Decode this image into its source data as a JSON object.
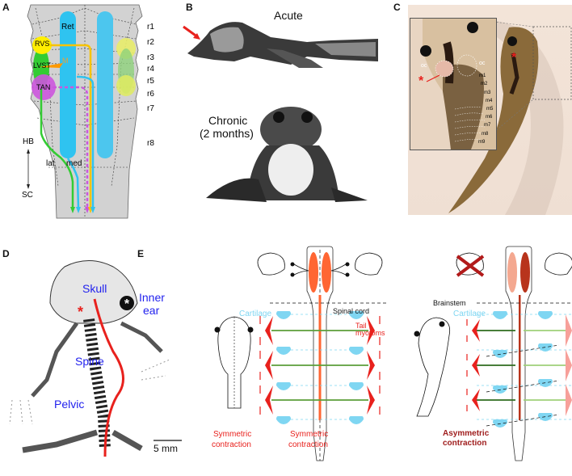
{
  "panels": {
    "A": {
      "label": "A",
      "structures": {
        "ret": "Ret",
        "rvs": "RVS",
        "lvst": "LVST",
        "m": "M",
        "tan": "TAN",
        "lat": "lat",
        "med": "med"
      },
      "rhombomeres": [
        "r1",
        "r2",
        "r3",
        "r4",
        "r5",
        "r6",
        "r7",
        "r8"
      ],
      "axis": {
        "top": "HB",
        "bottom": "SC"
      },
      "colors": {
        "tissue": "#d4d4d4",
        "ret": "#2fc3f0",
        "rvs": "#ffee00",
        "lvst": "#33cc33",
        "m": "#ff9900",
        "tan": "#cc66dd"
      }
    },
    "B": {
      "label": "B",
      "top_caption": "Acute",
      "bottom_caption_line1": "Chronic",
      "bottom_caption_line2": "(2 months)"
    },
    "C": {
      "label": "C",
      "oc_left": "oc",
      "oc_right": "oc",
      "myotomes": [
        "m1",
        "m2",
        "m3",
        "m4",
        "m5",
        "m6",
        "m7",
        "m8",
        "m9"
      ],
      "marker": "*"
    },
    "D": {
      "label": "D",
      "structures": {
        "skull": "Skull",
        "inner_ear_1": "Inner",
        "inner_ear_2": "ear",
        "spine": "Spine",
        "pelvic": "Pelvic"
      },
      "scale_bar": "5 mm",
      "marker": "*",
      "label_color": "#2222ee"
    },
    "E": {
      "label": "E",
      "brainstem": "Brainstem",
      "spinal_cord": "Spinal cord",
      "cartilage_left": "Cartilage",
      "cartilage_right": "Cartilage",
      "tail_1": "Tail",
      "tail_2": "myotoms",
      "sym_left_1": "Symmetric",
      "sym_left_2": "contraction",
      "sym_right_1": "Symmetric",
      "sym_right_2": "contraction",
      "asym_1": "Asymmetric",
      "asym_2": "contraction",
      "colors": {
        "red": "#e8211d",
        "dark_red": "#9e1b1b",
        "cartilage": "#7fd6f2",
        "nucleus": "#ff6633",
        "green": "#5c9e3a"
      }
    }
  }
}
